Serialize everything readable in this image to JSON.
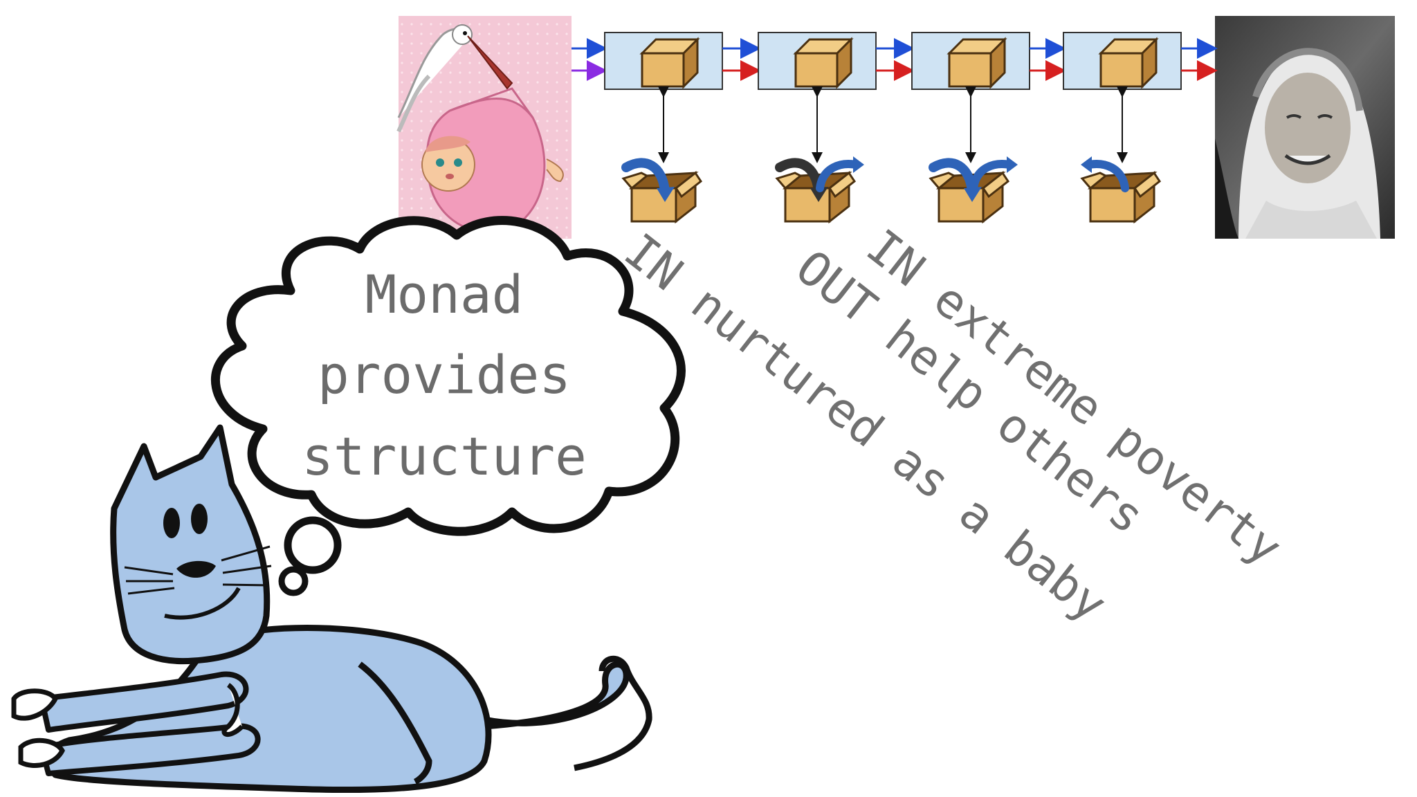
{
  "thought": {
    "line1": "Monad",
    "line2": "provides",
    "line3": "structure"
  },
  "annotations": {
    "in_baby": "IN nurtured as a baby",
    "out_help": "OUT help others",
    "in_poverty": "IN extreme poverty"
  },
  "pipeline": {
    "stages": [
      {
        "inner_arrow": "in"
      },
      {
        "inner_arrow": "in-out"
      },
      {
        "inner_arrow": "in-out"
      },
      {
        "inner_arrow": "out"
      }
    ],
    "colors": {
      "node_fill": "#cfe3f3",
      "node_stroke": "#333333",
      "box_fill": "#e8b96a",
      "box_dark": "#b88238",
      "arrow_blue": "#1f4fd6",
      "arrow_red": "#d62020",
      "arrow_purple": "#8a2be2",
      "curve_blue": "#2e63b8"
    }
  },
  "cat": {
    "fill": "#a9c6e8",
    "stroke": "#111111"
  },
  "images": {
    "left": "stork-carrying-baby",
    "right": "portrait-elderly-woman"
  }
}
